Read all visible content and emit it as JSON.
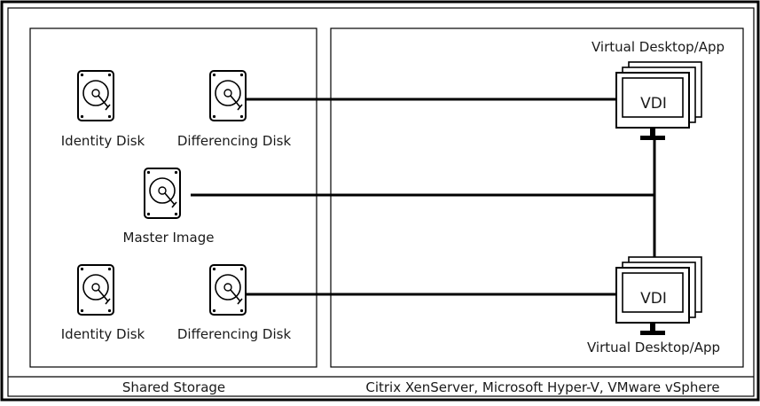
{
  "storage_panel": {
    "footer_label": "Shared Storage",
    "disks": {
      "identity_top": "Identity Disk",
      "differencing_top": "Differencing Disk",
      "master": "Master Image",
      "identity_bottom": "Identity Disk",
      "differencing_bottom": "Differencing Disk"
    }
  },
  "hypervisor_panel": {
    "footer_label": "Citrix XenServer, Microsoft Hyper-V, VMware vSphere",
    "vdi_top": {
      "caption": "Virtual Desktop/App",
      "screen_text": "VDI"
    },
    "vdi_bottom": {
      "caption": "Virtual Desktop/App",
      "screen_text": "VDI"
    }
  },
  "icons": {
    "disk": "hard-disk-icon",
    "vdi": "monitor-stack-icon"
  },
  "colors": {
    "line": "#000000",
    "background": "#ffffff"
  }
}
